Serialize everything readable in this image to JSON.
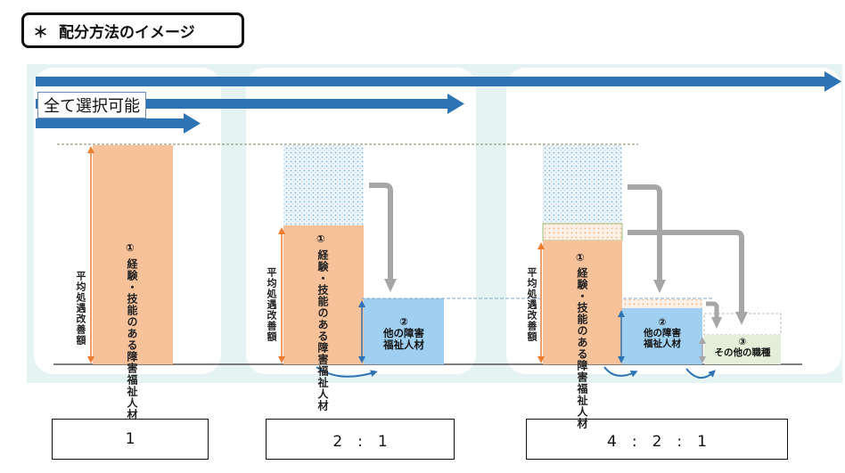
{
  "title": {
    "marker": "＊",
    "text": "配分方法のイメージ"
  },
  "selection_label": "全て選択可能",
  "vertical_label": "平均処遇改善額",
  "bars": {
    "experienced": {
      "num": "①",
      "text": "経験・技能のある障害福祉人材"
    },
    "other": {
      "num": "②",
      "text_line1": "他の障害",
      "text_line2": "福祉人材"
    },
    "other_small": {
      "num": "②",
      "text_line1": "他の障害",
      "text_line2": "福祉人材"
    },
    "misc": {
      "num": "③",
      "text": "その他の職種"
    }
  },
  "ratios": [
    "1",
    "2　:　1",
    "4　:　2　:　1"
  ],
  "colors": {
    "arrow_blue": "#2e74b5",
    "orange_bar": "#f7c29a",
    "blue_bar": "#9fd0f2",
    "green_bar": "#e3efd8",
    "gray_arrow": "#a6a6a6",
    "orange_arrow": "#ed7d31"
  }
}
